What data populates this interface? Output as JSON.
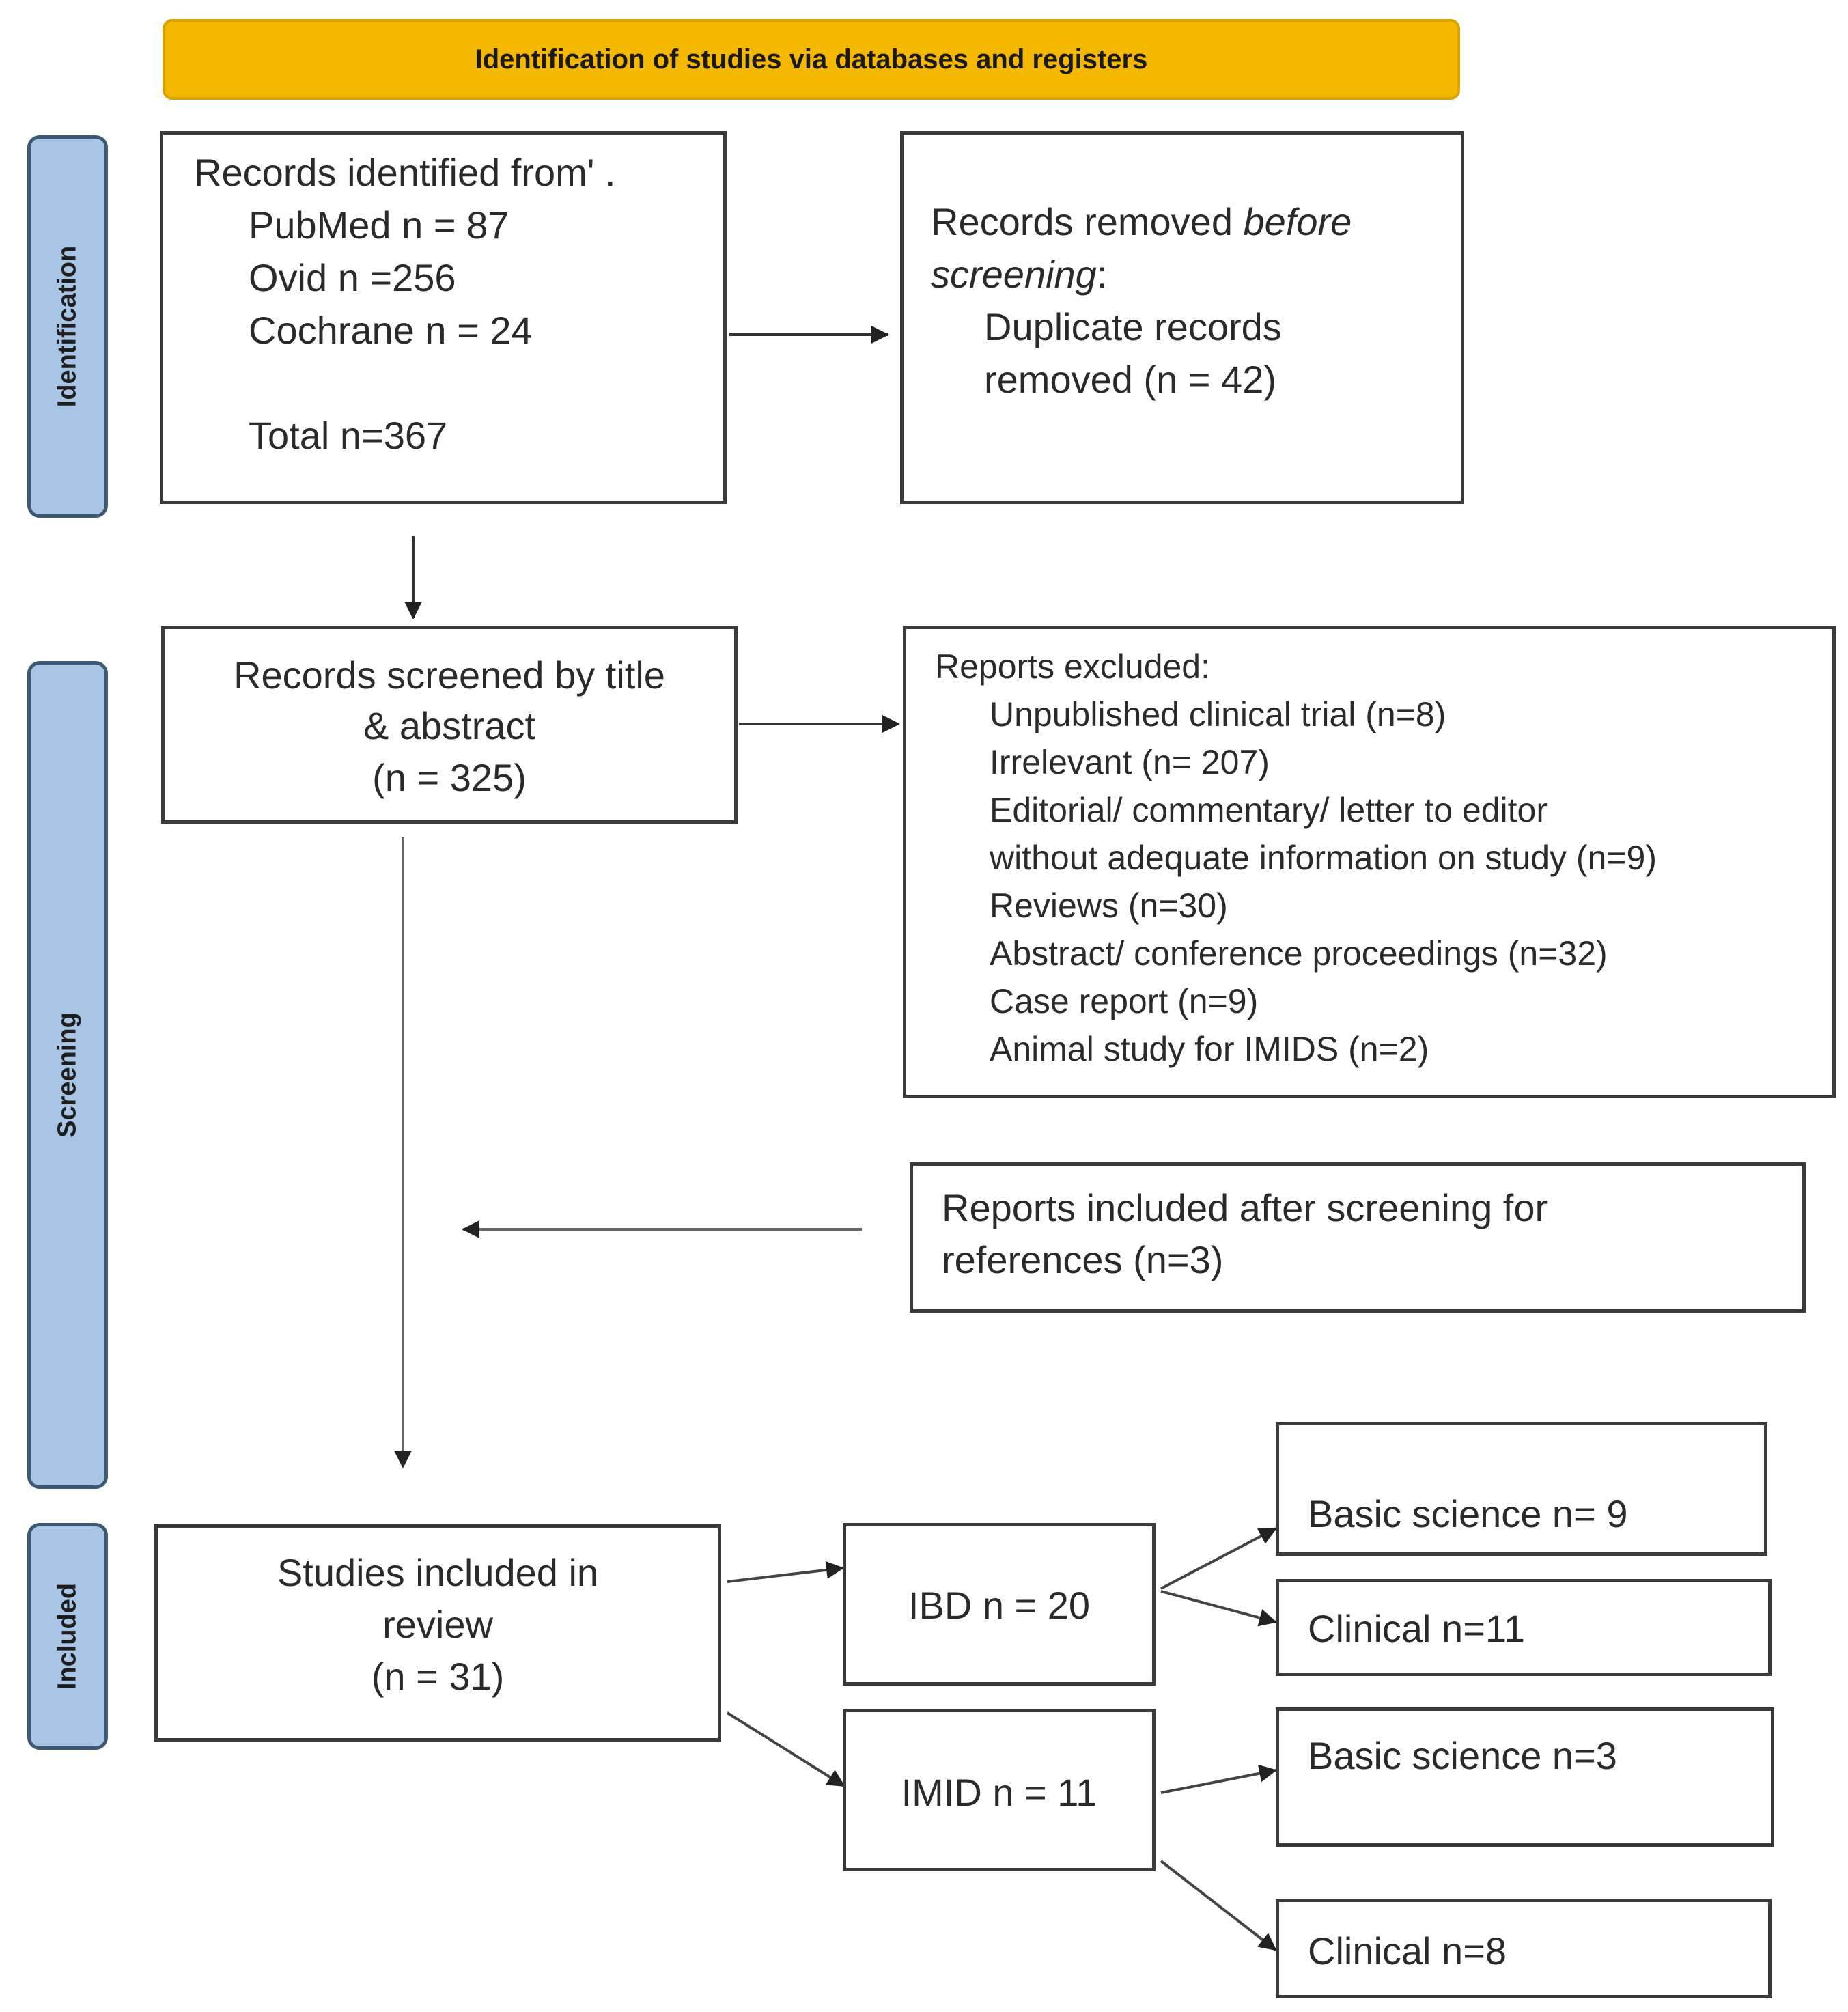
{
  "header": "Identification of studies via databases and registers",
  "phases": {
    "identification": "Identification",
    "screening": "Screening",
    "included": "Included"
  },
  "identified": {
    "title": "Records identified from' .",
    "pubmed": "PubMed n = 87",
    "ovid": "Ovid n =256",
    "cochrane": "Cochrane n = 24",
    "total": "Total n=367"
  },
  "removed": {
    "line1_prefix": "Records removed ",
    "line1_italic": "before",
    "line2_italic": "screening",
    "line2_suffix": ":",
    "line3": "Duplicate records",
    "line4": "removed  (n = 42)"
  },
  "screened": {
    "line1": "Records screened by title",
    "line2": "& abstract",
    "line3": "(n = 325)"
  },
  "excluded": {
    "title": "Reports excluded:",
    "items": [
      "Unpublished clinical trial (n=8)",
      "Irrelevant (n= 207)",
      "Editorial/ commentary/ letter to editor",
      "without adequate information on study (n=9)",
      "Reviews (n=30)",
      "Abstract/ conference proceedings (n=32)",
      "Case report (n=9)",
      "Animal study for IMIDS (n=2)"
    ]
  },
  "references": {
    "line1": "Reports included after screening for",
    "line2": "references (n=3)"
  },
  "included": {
    "line1": "Studies included in",
    "line2": "review",
    "line3": "(n = 31)"
  },
  "ibd": "IBD n = 20",
  "imid": "IMID n = 11",
  "ibd_basic": "Basic science n= 9",
  "ibd_clinical": "Clinical n=11",
  "imid_basic": "Basic science n=3",
  "imid_clinical": "Clinical n=8"
}
